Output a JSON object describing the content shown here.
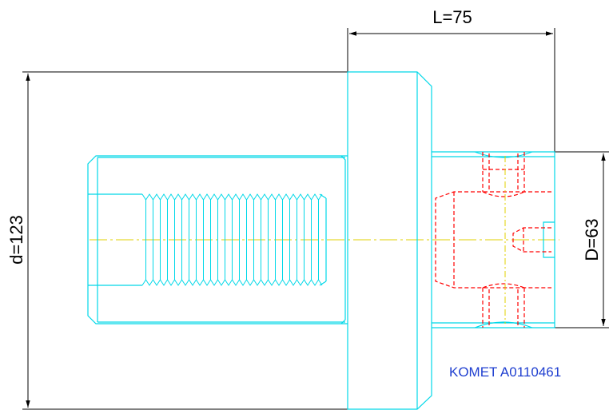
{
  "dimensions": {
    "length": "L=75",
    "large_diameter": "d=123",
    "small_diameter": "D=63"
  },
  "reference": "KOMET A0110461",
  "colors": {
    "outline": "#00d8e8",
    "hidden": "#ff0000",
    "centerline": "#e0d000",
    "dimension": "#000000",
    "reference_text": "#1f3fd0"
  }
}
